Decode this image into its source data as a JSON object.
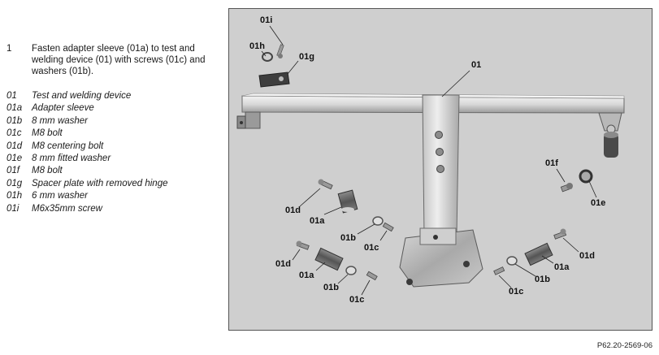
{
  "step": {
    "number": "1",
    "text": "Fasten adapter sleeve (01a) to test and welding device (01) with screws (01c) and washers (01b)."
  },
  "legend": [
    {
      "code": "01",
      "desc": "Test and welding device"
    },
    {
      "code": "01a",
      "desc": "Adapter sleeve"
    },
    {
      "code": "01b",
      "desc": "8 mm washer"
    },
    {
      "code": "01c",
      "desc": "M8 bolt"
    },
    {
      "code": "01d",
      "desc": "M8 centering bolt"
    },
    {
      "code": "01e",
      "desc": "8 mm fitted washer"
    },
    {
      "code": "01f",
      "desc": "M8 bolt"
    },
    {
      "code": "01g",
      "desc": "Spacer plate with removed hinge"
    },
    {
      "code": "01h",
      "desc": "6 mm washer"
    },
    {
      "code": "01i",
      "desc": "M6x35mm screw"
    }
  ],
  "figure": {
    "callouts": {
      "c01": "01",
      "c01i": "01i",
      "c01h": "01h",
      "c01g": "01g",
      "c01f": "01f",
      "c01e": "01e",
      "c01d_a": "01d",
      "c01a_a": "01a",
      "c01b_a": "01b",
      "c01c_a": "01c",
      "c01d_b": "01d",
      "c01a_b": "01a",
      "c01b_b": "01b",
      "c01c_b": "01c",
      "c01a_c": "01a",
      "c01d_c": "01d",
      "c01b_c": "01b",
      "c01c_c": "01c"
    },
    "reference": "P62.20-2569-06"
  }
}
